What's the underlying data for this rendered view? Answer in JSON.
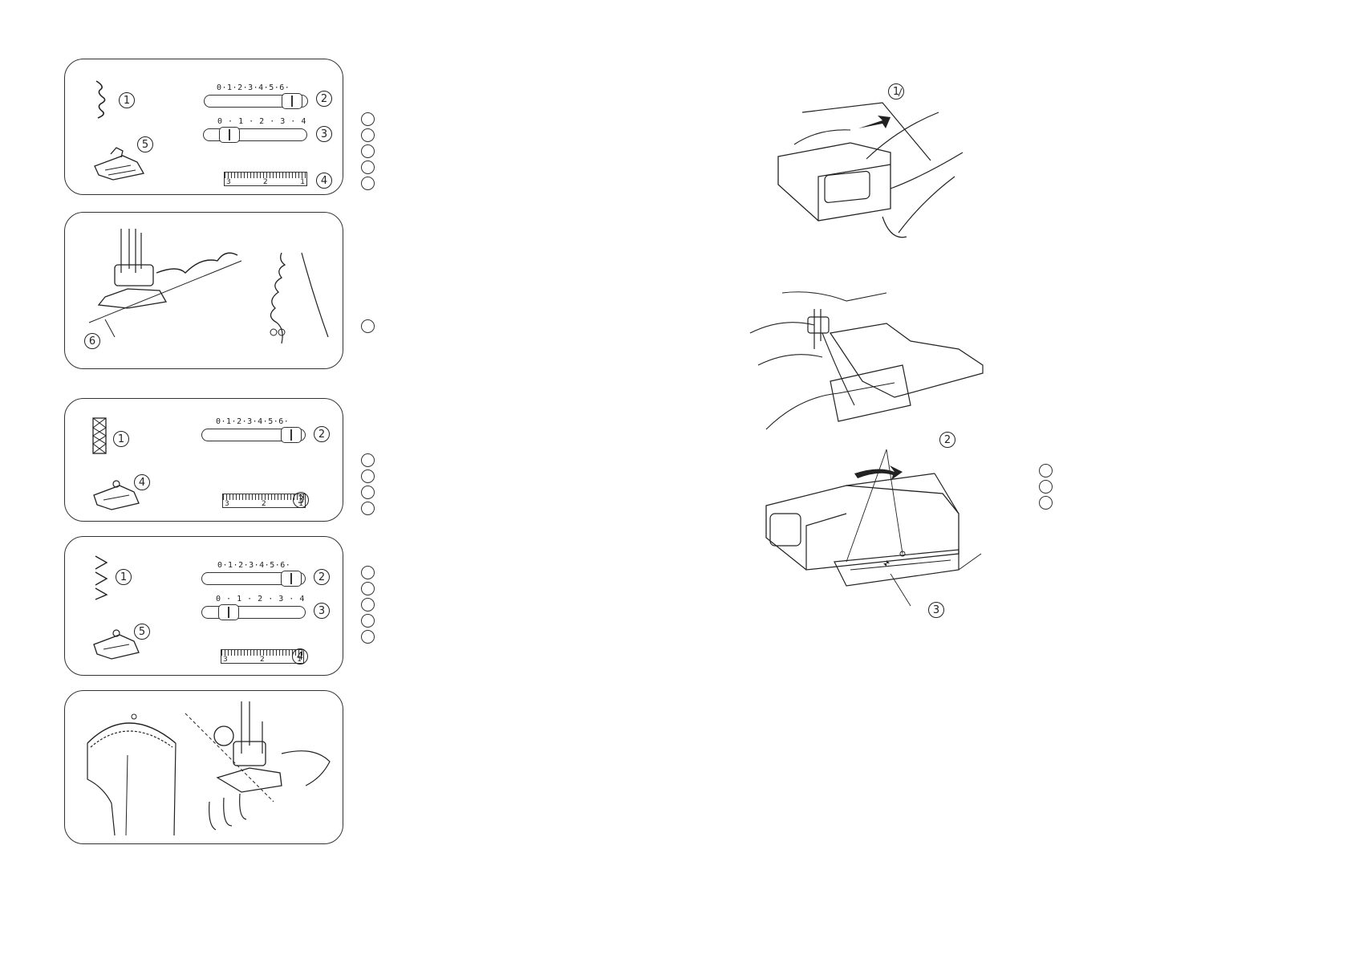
{
  "width_scale": "0·1·2·3·4·5·6·",
  "length_scale": "0 · 1 · 2 · 3 · 4",
  "dial_labels": {
    "left": "3",
    "mid": "2",
    "right": "1"
  },
  "callouts": [
    "1",
    "2",
    "3",
    "4",
    "5",
    "6"
  ]
}
